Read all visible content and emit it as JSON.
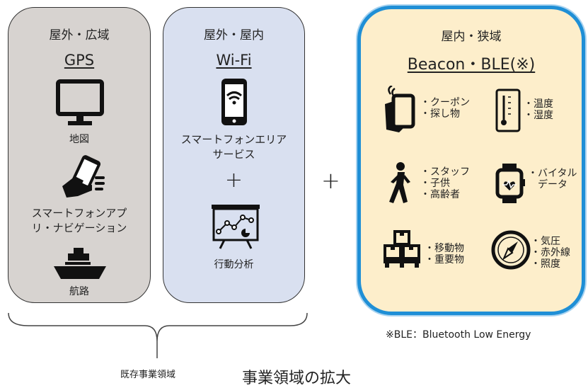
{
  "panels": [
    {
      "heading": "屋外・広域",
      "technology": "GPS",
      "items": [
        {
          "icon": "monitor-icon",
          "label": "地図"
        },
        {
          "icon": "smartphone-hand-icon",
          "label_lines": [
            "スマートフォンアプ",
            "リ・ナビゲーション"
          ]
        },
        {
          "icon": "ship-icon",
          "label": "航路"
        }
      ]
    },
    {
      "heading": "屋外・屋内",
      "technology": "Wi-Fi",
      "items": [
        {
          "icon": "wifi-phone-icon",
          "label_lines": [
            "スマートフォンエリア",
            "サービス"
          ]
        },
        {
          "icon": "analytics-board-icon",
          "label": "行動分析"
        }
      ],
      "inner_plus": "+"
    },
    {
      "heading": "屋内・狭域",
      "technology": "Beacon・BLE(※)",
      "items": [
        {
          "icon": "phone-signal-icon",
          "lines": [
            "・クーポン",
            "・探し物"
          ]
        },
        {
          "icon": "thermometer-icon",
          "lines": [
            "・温度",
            "・湿度"
          ]
        },
        {
          "icon": "walking-person-icon",
          "lines": [
            "・スタッフ",
            "・子供",
            "・高齢者"
          ]
        },
        {
          "icon": "smartwatch-icon",
          "lines": [
            "・バイタル",
            "　データ"
          ]
        },
        {
          "icon": "boxes-pallet-icon",
          "lines": [
            "・移動物",
            "・重要物"
          ]
        },
        {
          "icon": "gauge-icon",
          "lines": [
            "・気圧",
            "・赤外線",
            "・照度"
          ]
        }
      ]
    }
  ],
  "main_plus": "+",
  "footnote": "※BLE：Bluetooth Low Energy",
  "brace_label": "既存事業領域",
  "caption": "事業領域の拡大",
  "colors": {
    "panel1": "#d7d3d0",
    "panel2": "#d9e0f0",
    "panel3": "#fdeecb",
    "panel3_border": "#1f8fd6"
  }
}
